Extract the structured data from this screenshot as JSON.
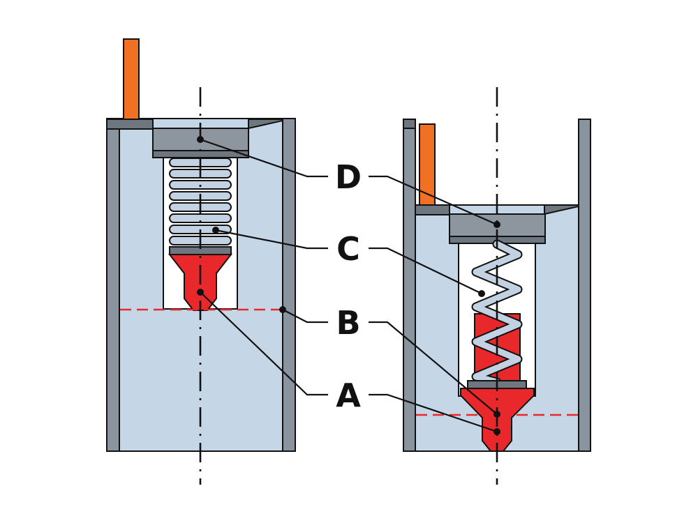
{
  "labels": {
    "a": "A",
    "b": "B",
    "c": "C",
    "d": "D"
  },
  "colors": {
    "fluid": "#c5d6e6",
    "wall": "#8a949e",
    "housing": "#8d969f",
    "housing_dark": "#6e777f",
    "needle": "#e8282b",
    "rod": "#f07024",
    "spring": "#c3d2e2",
    "outline": "#111111",
    "level_line": "#e8282b"
  }
}
